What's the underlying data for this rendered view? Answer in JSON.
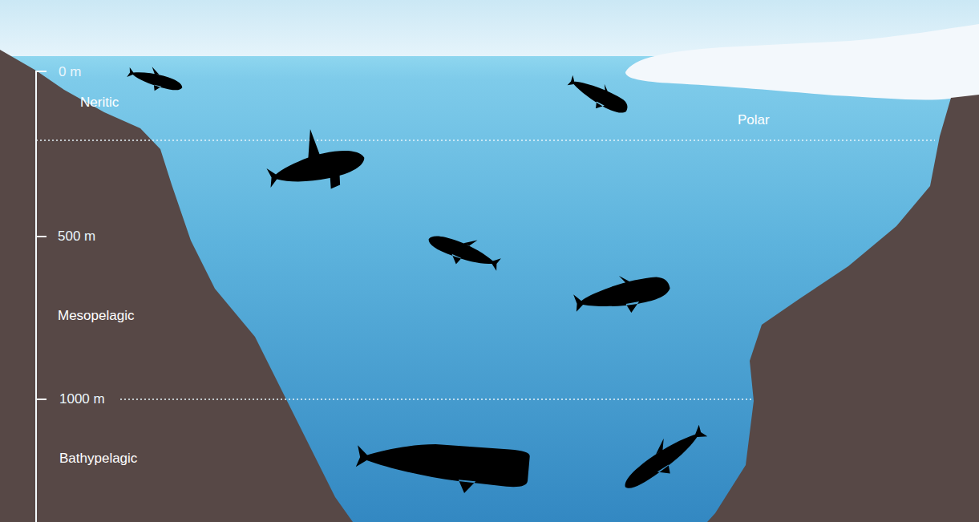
{
  "diagram": {
    "labels": [
      "0 m",
      "Neritic",
      "Polar",
      "500 m",
      "Mesopelagic",
      "1000 m",
      "Bathypelagic"
    ]
  }
}
